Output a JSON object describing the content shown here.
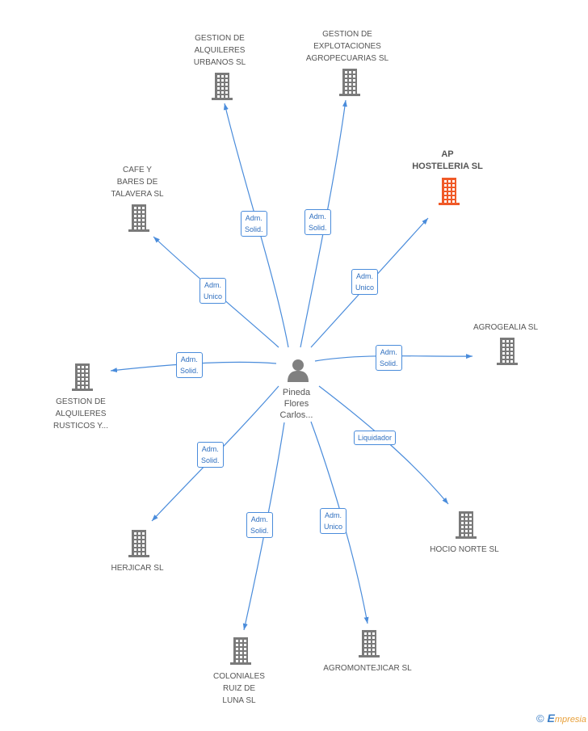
{
  "center": {
    "name": "Pineda\nFlores\nCarlos..."
  },
  "nodes": [
    {
      "id": "alquileres-urbanos",
      "label": "GESTION DE\nALQUILERES\nURBANOS  SL",
      "highlight": false
    },
    {
      "id": "explotaciones",
      "label": "GESTION DE\nEXPLOTACIONES\nAGROPECUARIAS SL",
      "highlight": false
    },
    {
      "id": "ap-hosteleria",
      "label": "AP\nHOSTELERIA SL",
      "highlight": true
    },
    {
      "id": "cafe-bares",
      "label": "CAFE Y\nBARES DE\nTALAVERA SL",
      "highlight": false
    },
    {
      "id": "agrogealia",
      "label": "AGROGEALIA SL",
      "highlight": false
    },
    {
      "id": "alquileres-rusticos",
      "label": "GESTION DE\nALQUILERES\nRUSTICOS Y...",
      "highlight": false
    },
    {
      "id": "herjicar",
      "label": "HERJICAR SL",
      "highlight": false
    },
    {
      "id": "hocio-norte",
      "label": "HOCIO NORTE SL",
      "highlight": false
    },
    {
      "id": "coloniales",
      "label": "COLONIALES\nRUIZ DE\nLUNA  SL",
      "highlight": false
    },
    {
      "id": "agromontejicar",
      "label": "AGROMONTEJICAR SL",
      "highlight": false
    }
  ],
  "relations": [
    {
      "to": "alquileres-urbanos",
      "label": "Adm.\nSolid."
    },
    {
      "to": "explotaciones",
      "label": "Adm.\nSolid."
    },
    {
      "to": "ap-hosteleria",
      "label": "Adm.\nUnico"
    },
    {
      "to": "cafe-bares",
      "label": "Adm.\nUnico"
    },
    {
      "to": "agrogealia",
      "label": "Adm.\nSolid."
    },
    {
      "to": "alquileres-rusticos",
      "label": "Adm.\nSolid."
    },
    {
      "to": "herjicar",
      "label": "Adm.\nSolid."
    },
    {
      "to": "hocio-norte",
      "label": "Liquidador"
    },
    {
      "to": "coloniales",
      "label": "Adm.\nSolid."
    },
    {
      "to": "agromontejicar",
      "label": "Adm.\nUnico"
    }
  ],
  "colors": {
    "edge": "#4a8cdb",
    "building": "#7a7a7a",
    "building_highlight": "#f05a28",
    "person": "#808080"
  },
  "footer": {
    "copyright": "©",
    "brand_initial": "E",
    "brand_rest": "mpresia"
  }
}
